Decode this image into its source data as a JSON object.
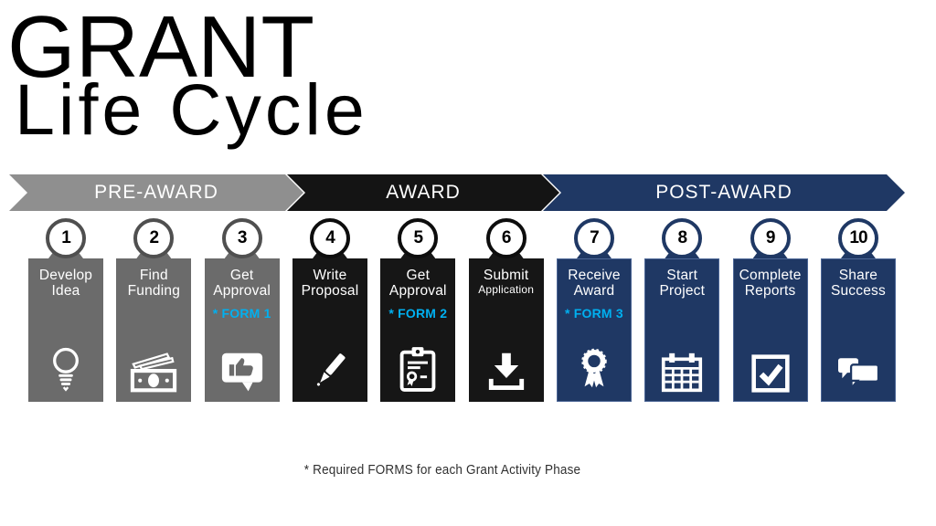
{
  "title": {
    "line1": "GRANT",
    "line2": "Life Cycle"
  },
  "banners": [
    {
      "label": "PRE-AWARD"
    },
    {
      "label": "AWARD"
    },
    {
      "label": "POST-AWARD"
    }
  ],
  "steps": [
    {
      "number": "1",
      "line1": "Develop",
      "line2": "Idea",
      "form": "",
      "icon": "lightbulb"
    },
    {
      "number": "2",
      "line1": "Find",
      "line2": "Funding",
      "form": "",
      "icon": "money"
    },
    {
      "number": "3",
      "line1": "Get",
      "line2": "Approval",
      "form": "* FORM 1",
      "icon": "thumbs-up-bubble"
    },
    {
      "number": "4",
      "line1": "Write",
      "line2": "Proposal",
      "form": "",
      "icon": "pen"
    },
    {
      "number": "5",
      "line1": "Get",
      "line2": "Approval",
      "form": "* FORM 2",
      "icon": "certificate-clipboard"
    },
    {
      "number": "6",
      "line1": "Submit",
      "line2": "Application",
      "form": "",
      "icon": "download"
    },
    {
      "number": "7",
      "line1": "Receive",
      "line2": "Award",
      "form": "* FORM 3",
      "icon": "award-ribbon"
    },
    {
      "number": "8",
      "line1": "Start",
      "line2": "Project",
      "form": "",
      "icon": "calendar"
    },
    {
      "number": "9",
      "line1": "Complete",
      "line2": "Reports",
      "form": "",
      "icon": "checkbox"
    },
    {
      "number": "10",
      "line1": "Share",
      "line2": "Success",
      "form": "",
      "icon": "chat-bubbles"
    }
  ],
  "footnote": "* Required FORMS for each Grant Activity Phase",
  "colors": {
    "banner_pre_award": "#8f8f8f",
    "banner_award": "#141414",
    "banner_post_award": "#1f3864",
    "card_gray": "#6b6b6b",
    "card_black": "#161616",
    "card_navy": "#1f3864",
    "form_text": "#00b0f0",
    "badge_fill": "#ffffff",
    "badge_number": "#000000"
  }
}
